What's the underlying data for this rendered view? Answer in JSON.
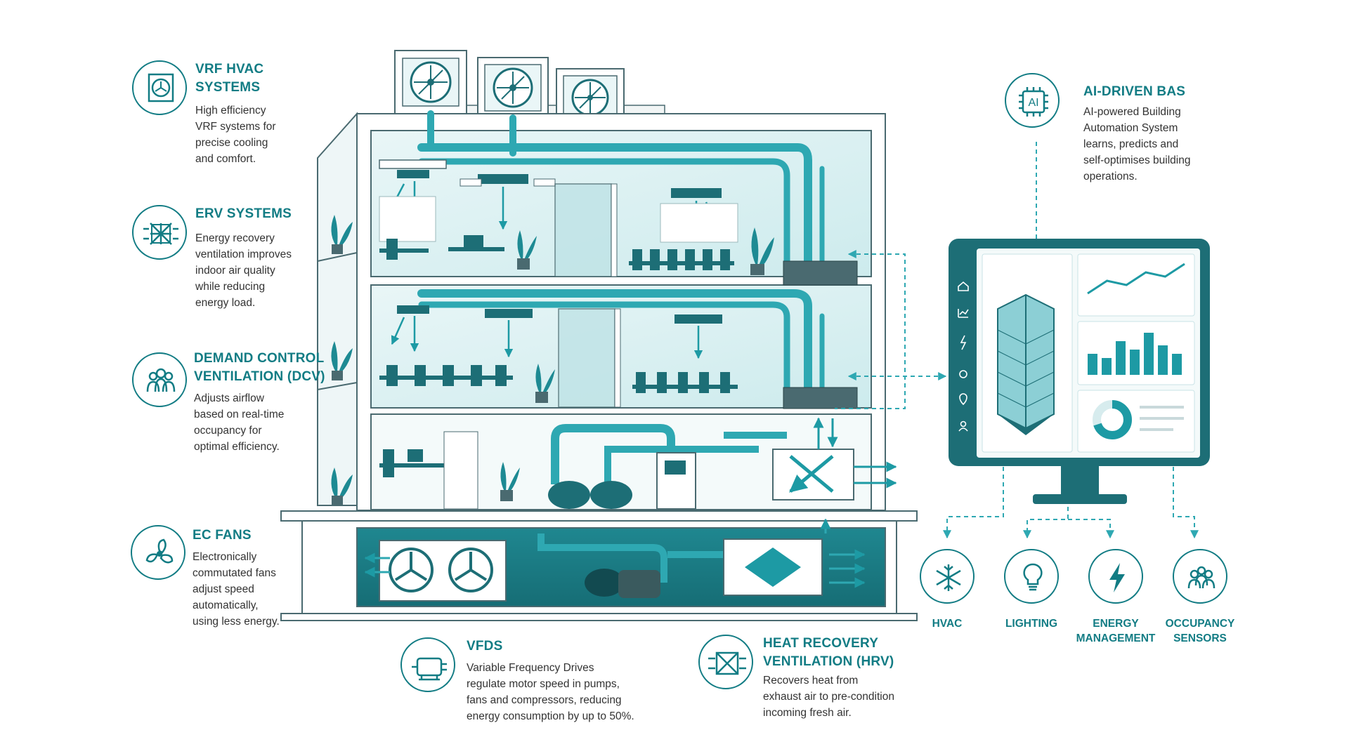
{
  "callouts": {
    "vrf": {
      "title": [
        "VRF HVAC",
        "SYSTEMS"
      ],
      "text": [
        "High efficiency",
        "VRF systems for",
        "precise cooling",
        "and comfort."
      ],
      "icon": "outdoor-ac-unit-icon"
    },
    "erv": {
      "title": [
        "ERV SYSTEMS"
      ],
      "text": [
        "Energy recovery",
        "ventilation improves",
        "indoor air quality",
        "while reducing",
        "energy load."
      ],
      "icon": "energy-recovery-core-icon"
    },
    "dcv": {
      "title": [
        "DEMAND CONTROL",
        "VENTILATION (DCV)"
      ],
      "text": [
        "Adjusts airflow",
        "based on real-time",
        "occupancy for",
        "optimal efficiency."
      ],
      "icon": "people-group-icon"
    },
    "ecfans": {
      "title": [
        "EC FANS"
      ],
      "text": [
        "Electronically",
        "commutated fans",
        "adjust speed",
        "automatically,",
        "using less energy."
      ],
      "icon": "fan-icon"
    },
    "vfds": {
      "title": [
        "VFDS"
      ],
      "text": [
        "Variable Frequency Drives",
        "regulate motor speed in pumps,",
        "fans and compressors, reducing",
        "energy consumption by up to 50%."
      ],
      "icon": "motor-icon"
    },
    "hrv": {
      "title": [
        "HEAT RECOVERY",
        "VENTILATION (HRV)"
      ],
      "text": [
        "Recovers heat from",
        "exhaust air to pre-condition",
        "incoming fresh air."
      ],
      "icon": "heat-exchanger-icon"
    },
    "bas": {
      "title": [
        "AI-DRIVEN BAS"
      ],
      "text": [
        "AI-powered Building",
        "Automation System",
        "learns, predicts and",
        "self-optimises building",
        "operations."
      ],
      "icon": "ai-chip-icon",
      "chip_text": "AI"
    }
  },
  "systems": [
    {
      "label": [
        "HVAC"
      ],
      "icon": "snowflake-icon"
    },
    {
      "label": [
        "LIGHTING"
      ],
      "icon": "lightbulb-icon"
    },
    {
      "label": [
        "ENERGY",
        "MANAGEMENT"
      ],
      "icon": "lightning-bolt-icon"
    },
    {
      "label": [
        "OCCUPANCY",
        "SENSORS"
      ],
      "icon": "occupants-icon"
    }
  ],
  "monitor": {
    "sidebar_icons": [
      "home-icon",
      "chart-icon",
      "lightning-icon",
      "settings-icon",
      "location-icon",
      "user-icon"
    ],
    "line_chart": [
      3,
      6,
      5,
      8,
      7,
      10
    ],
    "bar_chart": [
      5,
      4,
      8,
      6,
      10,
      7,
      5
    ],
    "donut_fraction": 0.7
  },
  "colors": {
    "accent": "#127c84",
    "accent_light": "#2db3bd",
    "pipe": "#2ea8b2",
    "line": "#4a6a70",
    "light_fill": "#e6f4f5"
  }
}
